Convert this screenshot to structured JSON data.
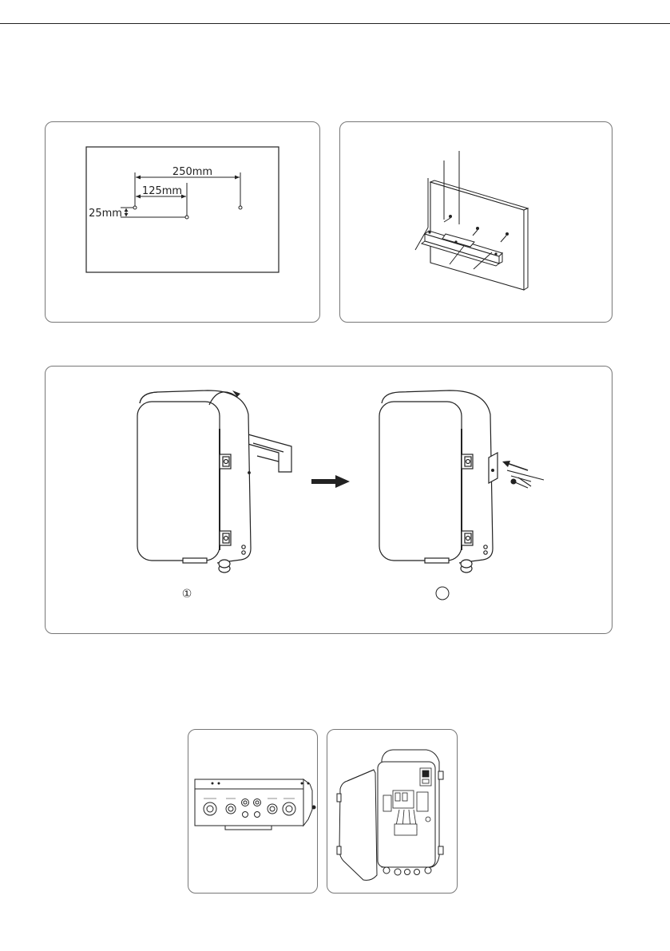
{
  "drilling_template": {
    "dim_250": "250mm",
    "dim_125": "125mm",
    "dim_25": "25mm"
  },
  "mounting_steps": {
    "step_1": "①",
    "step_2": ""
  },
  "icons": {
    "step_arrow": "right-arrow-icon",
    "rotate_arrow": "curved-arrow-icon",
    "insert_arrow": "left-arrow-icon"
  },
  "colors": {
    "line": "#222222",
    "panel_border": "#777777",
    "background": "#ffffff"
  }
}
